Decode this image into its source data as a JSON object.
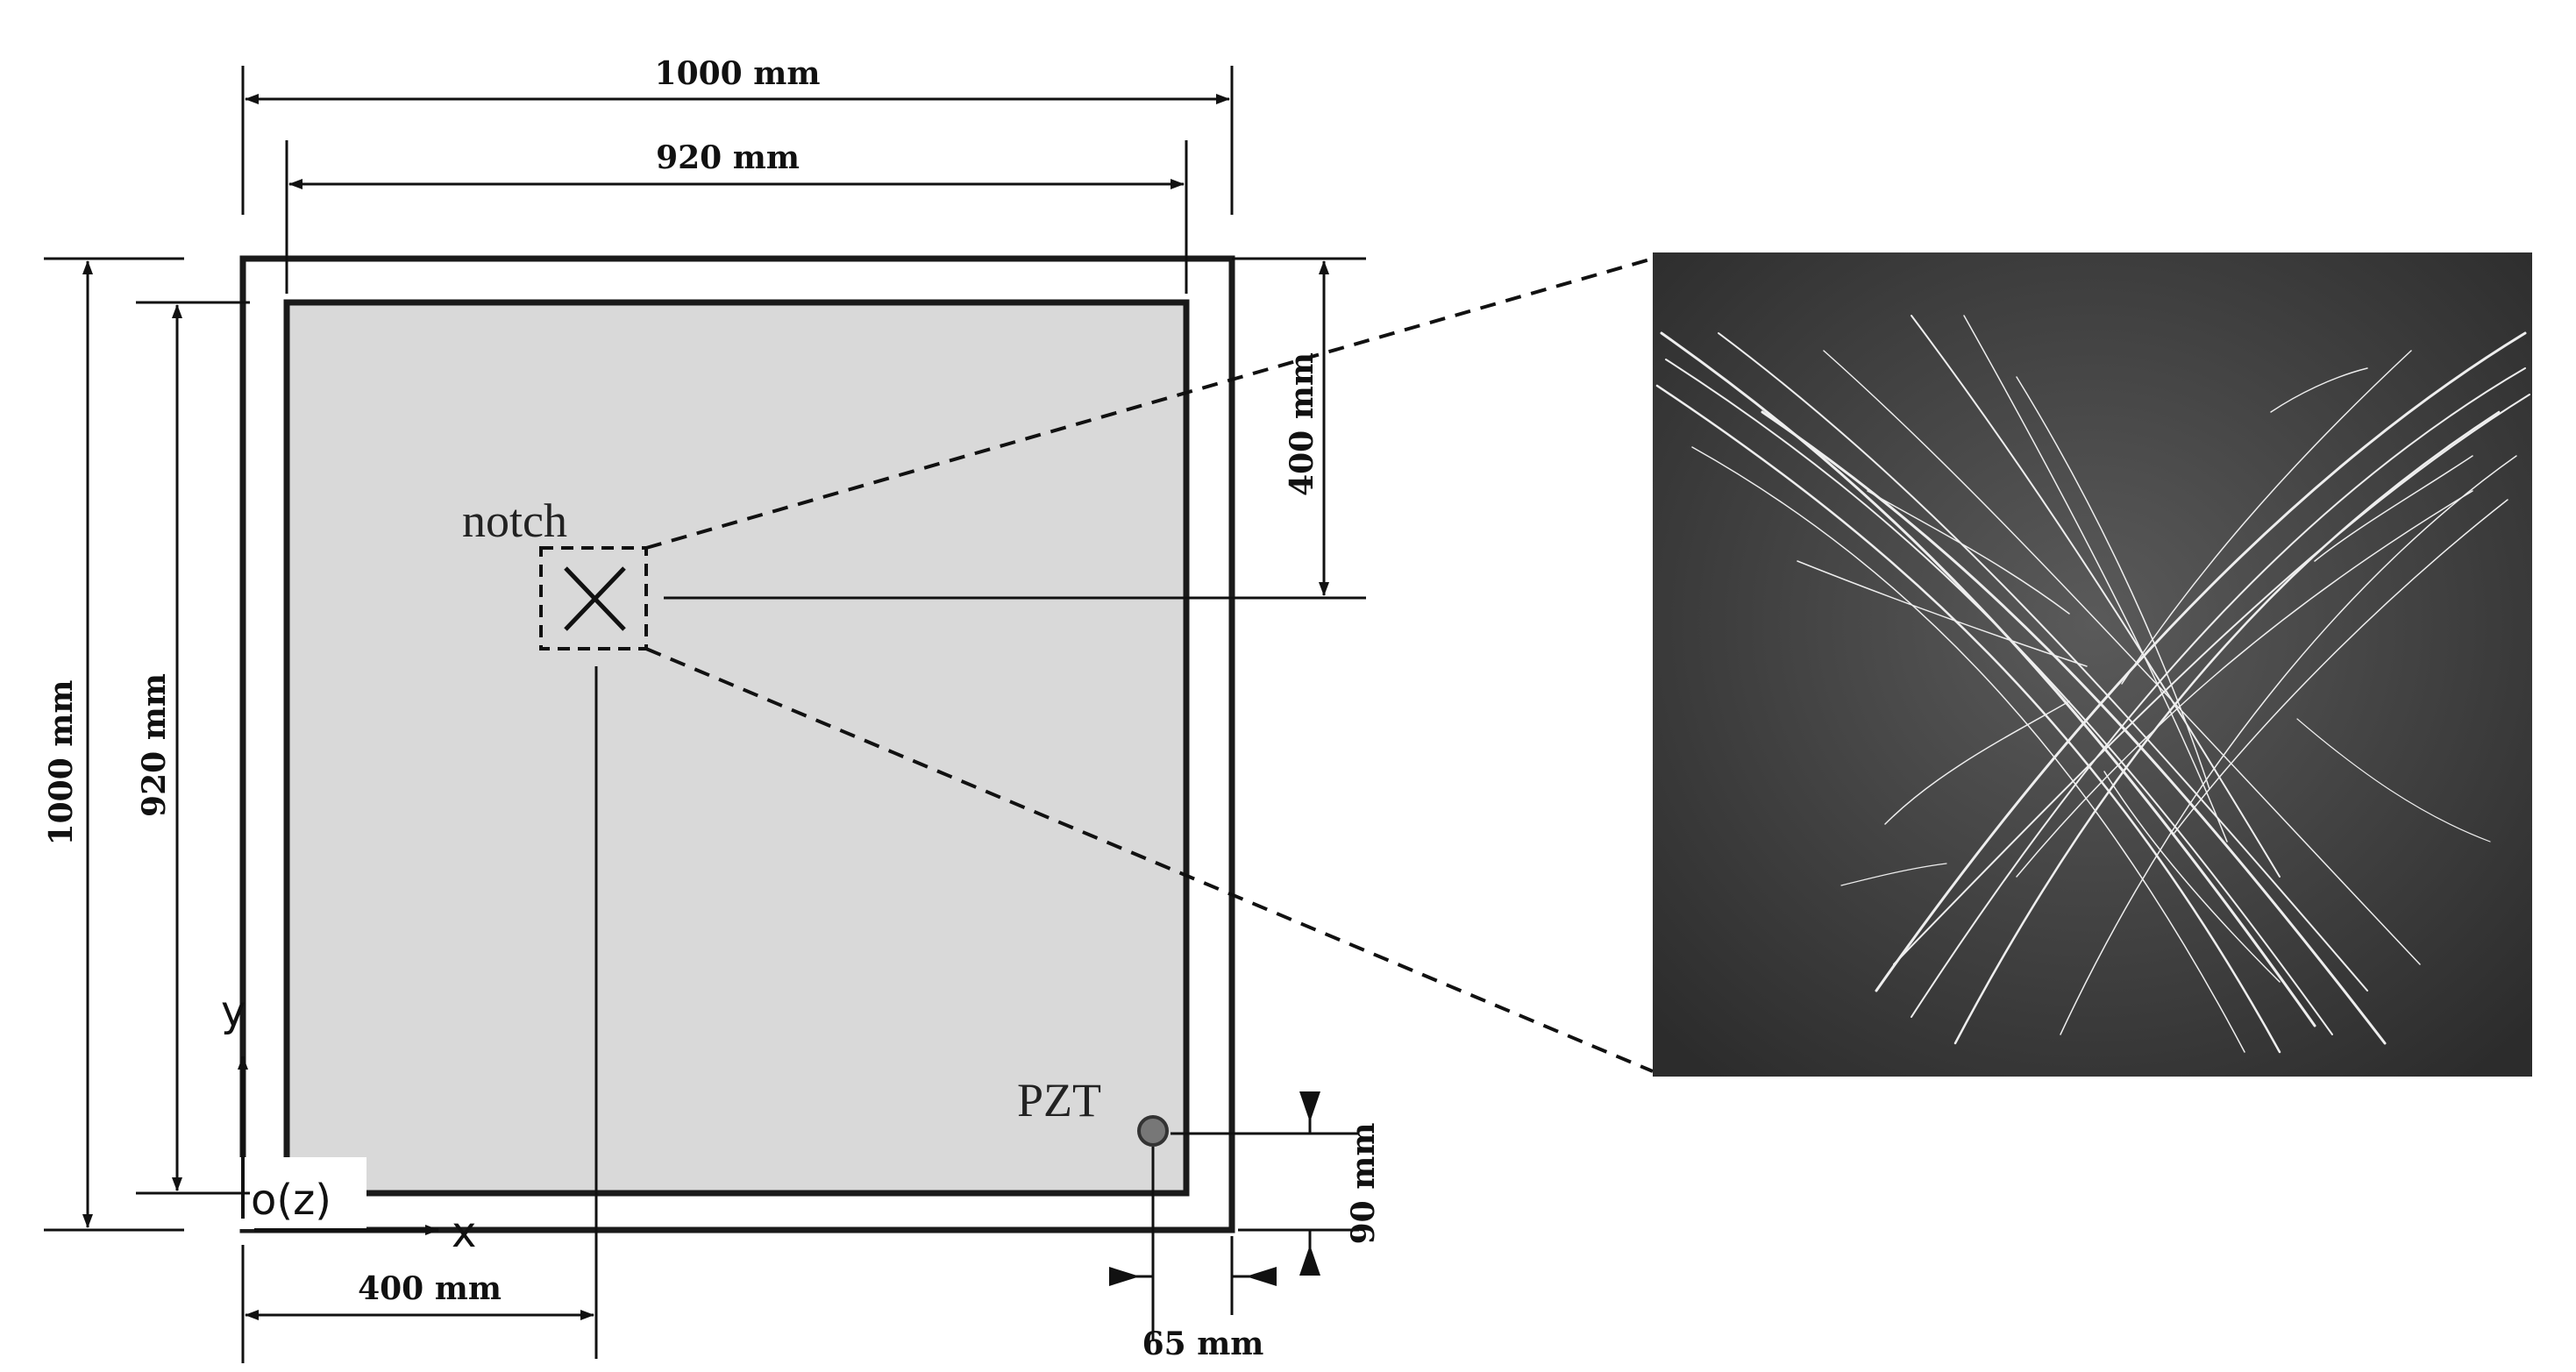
{
  "diagram": {
    "dimensions": {
      "outer_width": "1000 mm",
      "inner_width": "920 mm",
      "outer_height": "1000 mm",
      "inner_height": "920 mm",
      "notch_offset_top": "400 mm",
      "notch_offset_x": "400 mm",
      "pzt_offset_y": "90 mm",
      "pzt_offset_x": "65 mm"
    },
    "labels": {
      "notch": "notch",
      "pzt": "PZT",
      "origin": "o(z)",
      "axis_x": "x",
      "axis_y": "y"
    },
    "colors": {
      "plate_fill": "#d9d9d9",
      "frame": "#1a1a1a",
      "photo_background": "#3a3a3a",
      "crack_lines": "#f2f2f2"
    }
  }
}
